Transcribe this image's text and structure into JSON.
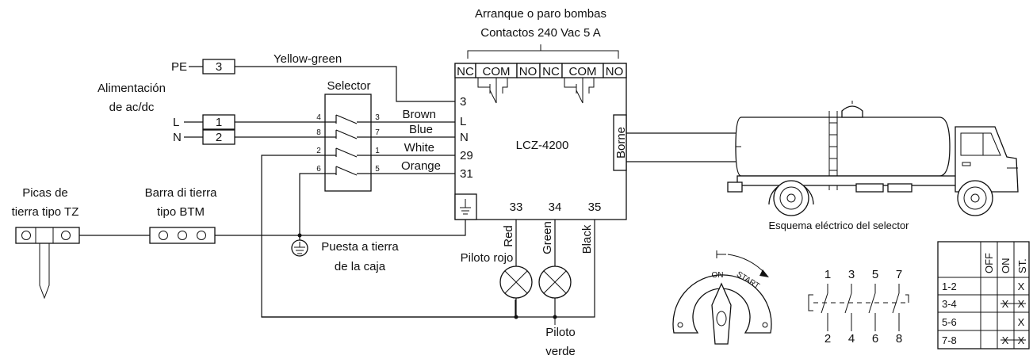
{
  "header": {
    "line1": "Arranque o paro bombas",
    "line2": "Contactos 240 Vac 5 A"
  },
  "power": {
    "label_line1": "Alimentación",
    "label_line2": "de ac/dc",
    "pe": "PE",
    "l": "L",
    "n": "N",
    "terminal_pe": "3",
    "terminal_l": "1",
    "terminal_n": "2"
  },
  "wires": {
    "yellow_green": "Yellow-green",
    "brown": "Brown",
    "blue": "Blue",
    "white": "White",
    "orange": "Orange"
  },
  "selector": {
    "title": "Selector",
    "pins_left": [
      "4",
      "8",
      "2",
      "6"
    ],
    "pins_right": [
      "3",
      "7",
      "1",
      "5"
    ]
  },
  "module": {
    "name": "LCZ-4200",
    "contacts": [
      "NC",
      "COM",
      "NO",
      "NC",
      "COM",
      "NO"
    ],
    "left_pins": [
      "3",
      "L",
      "N",
      "29",
      "31"
    ],
    "bottom_pins": [
      "33",
      "34",
      "35"
    ],
    "side_label": "Borne"
  },
  "lamps": {
    "red_wire": "Red",
    "green_wire": "Green",
    "black_wire": "Black",
    "piloto_rojo": "Piloto rojo",
    "piloto_verde_1": "Piloto",
    "piloto_verde_2": "verde"
  },
  "earth": {
    "picas_1": "Picas de",
    "picas_2": "tierra tipo TZ",
    "barra_1": "Barra di tierra",
    "barra_2": "tipo BTM",
    "caja_1": "Puesta a tierra",
    "caja_2": "de la caja"
  },
  "truck_caption": "Esquema eléctrico del selector",
  "knob": {
    "on": "ON",
    "start": "START"
  },
  "switch_diagram": {
    "top_numbers": [
      "1",
      "3",
      "5",
      "7"
    ],
    "bottom_numbers": [
      "2",
      "4",
      "6",
      "8"
    ]
  },
  "truth_table": {
    "headers": [
      "OFF",
      "ON",
      "ST."
    ],
    "rows": [
      {
        "pair": "1-2",
        "off": "",
        "on": "",
        "st": "X"
      },
      {
        "pair": "3-4",
        "off": "",
        "on": "X",
        "st": "X"
      },
      {
        "pair": "5-6",
        "off": "",
        "on": "",
        "st": "X"
      },
      {
        "pair": "7-8",
        "off": "",
        "on": "X",
        "st": "X"
      }
    ]
  }
}
